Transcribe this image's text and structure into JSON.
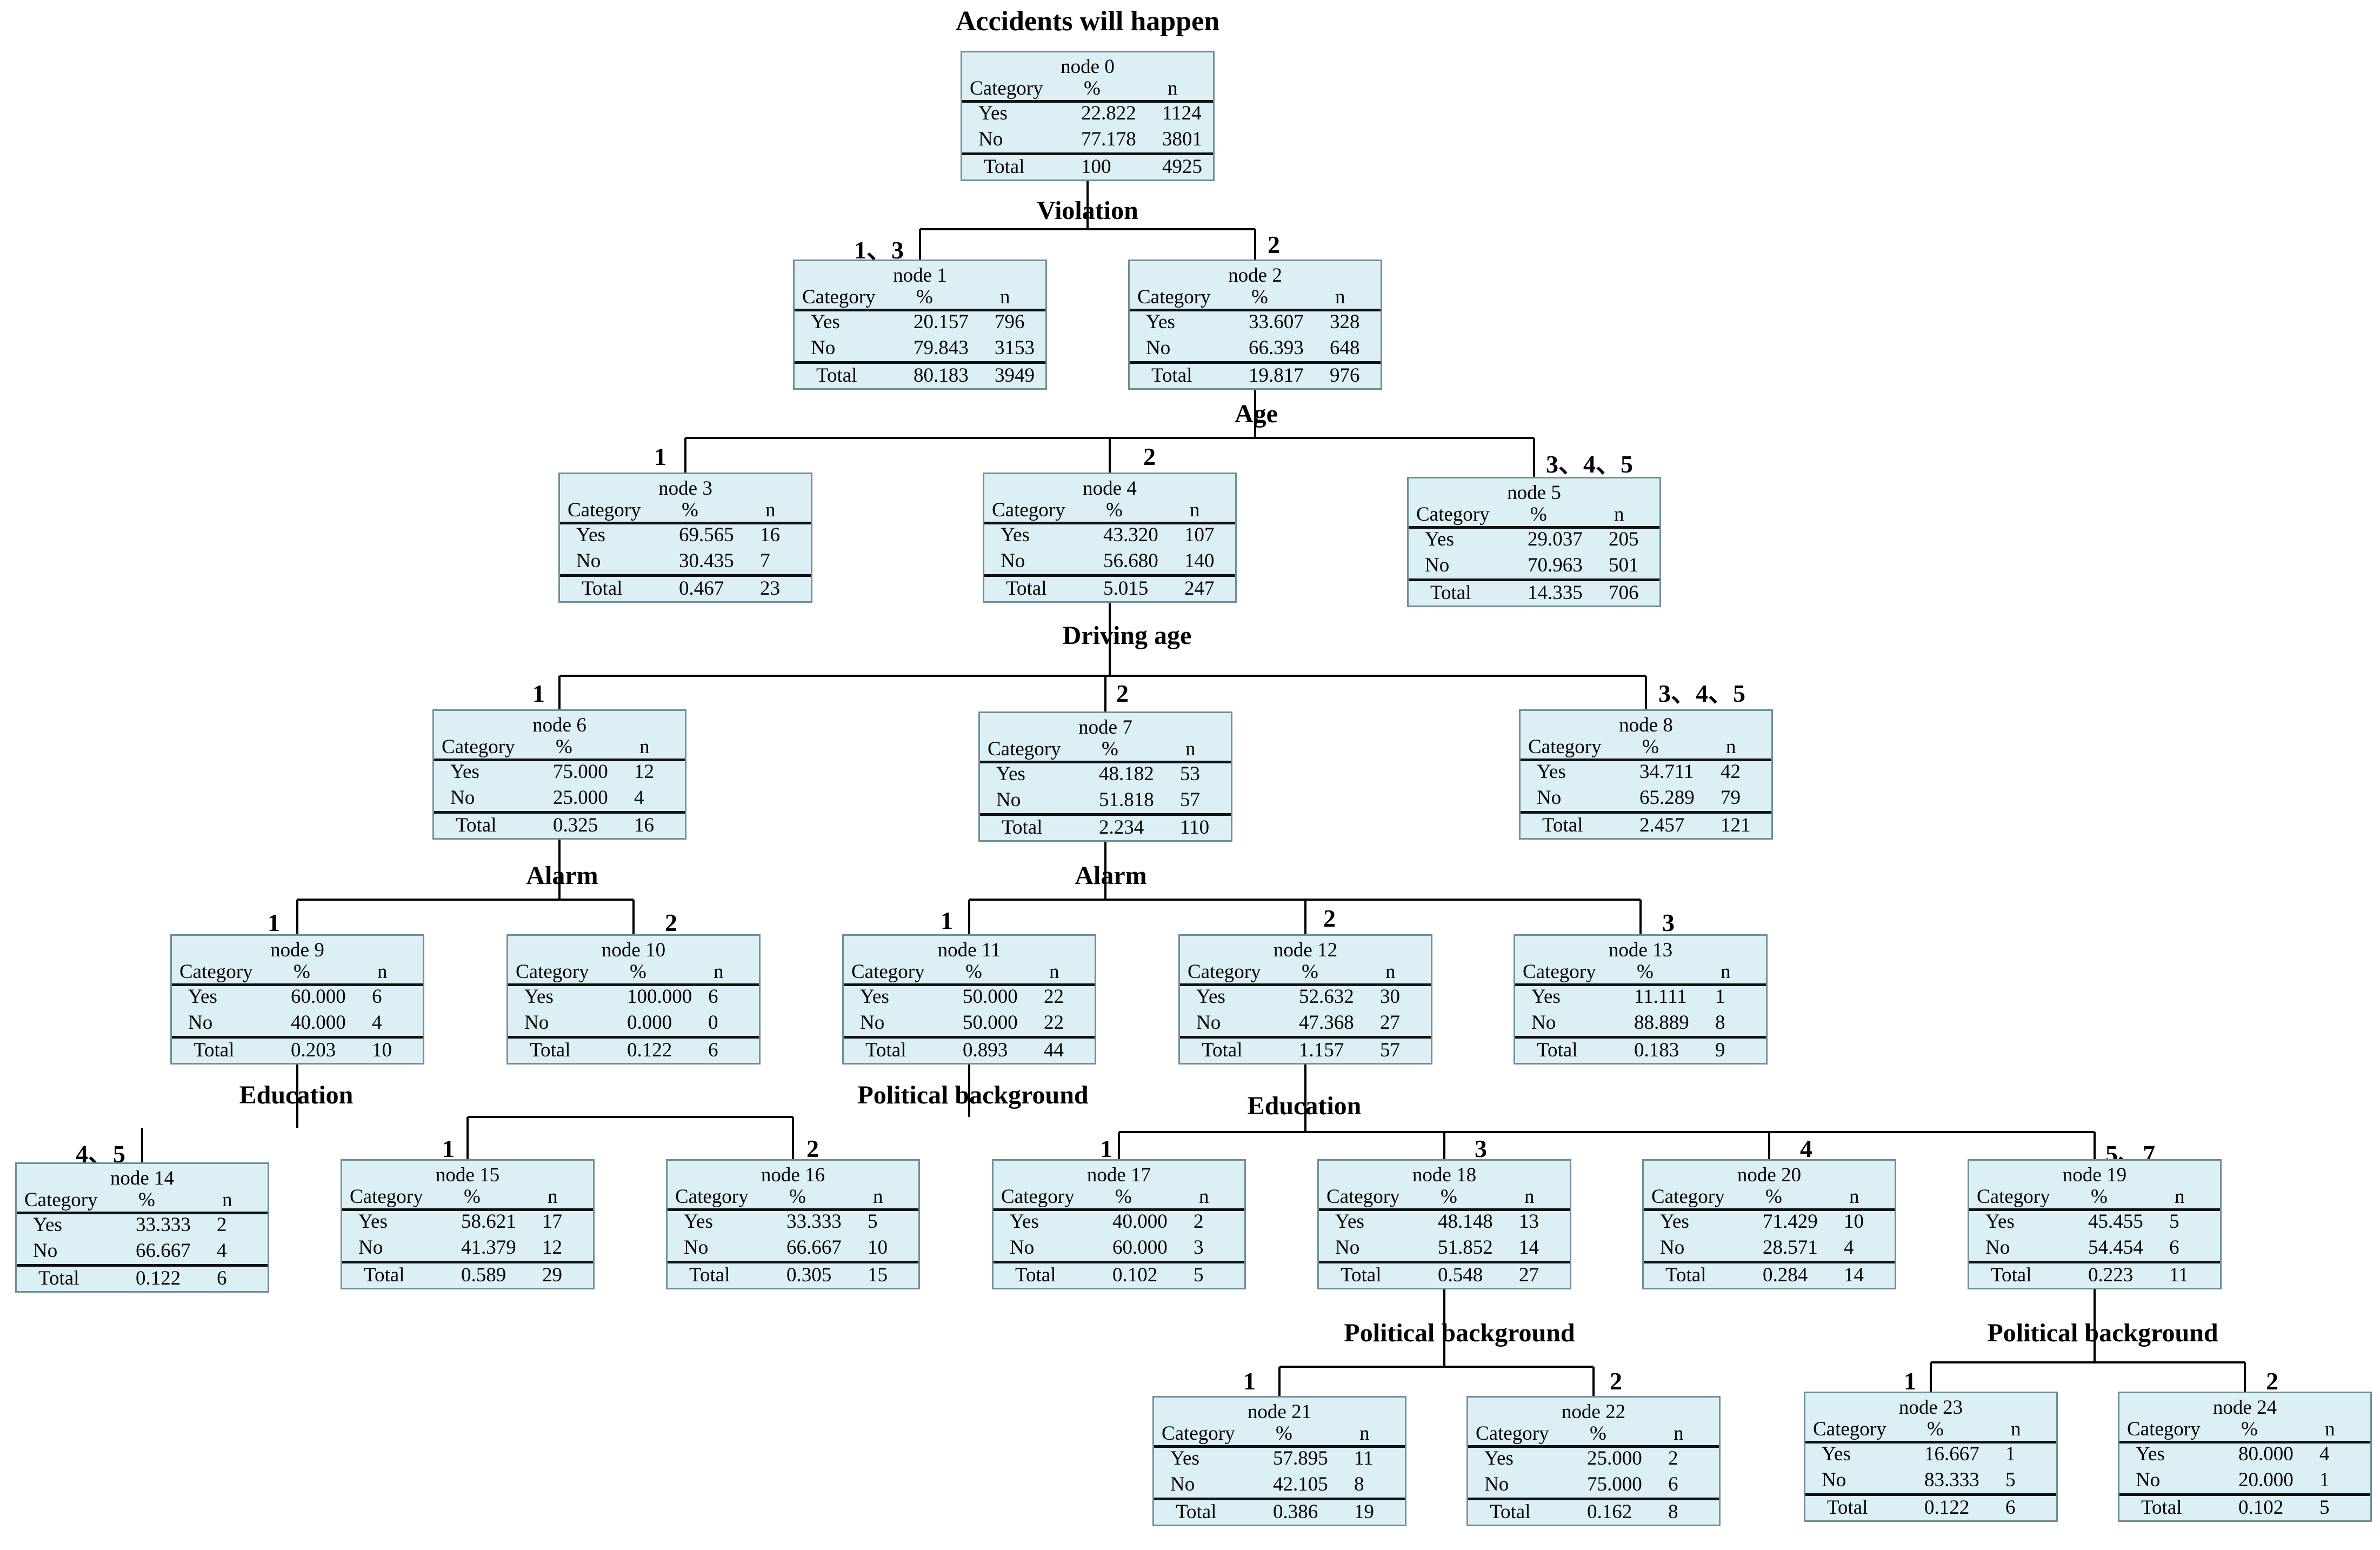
{
  "title": "Accidents will happen",
  "columns": {
    "category": "Category",
    "percent": "%",
    "n": "n"
  },
  "nodes": [
    {
      "id": "node 0",
      "yes_pct": "22.822",
      "yes_n": "1124",
      "no_pct": "77.178",
      "no_n": "3801",
      "total_pct": "100",
      "total_n": "4925"
    },
    {
      "id": "node 1",
      "yes_pct": "20.157",
      "yes_n": "796",
      "no_pct": "79.843",
      "no_n": "3153",
      "total_pct": "80.183",
      "total_n": "3949"
    },
    {
      "id": "node 2",
      "yes_pct": "33.607",
      "yes_n": "328",
      "no_pct": "66.393",
      "no_n": "648",
      "total_pct": "19.817",
      "total_n": "976"
    },
    {
      "id": "node 3",
      "yes_pct": "69.565",
      "yes_n": "16",
      "no_pct": "30.435",
      "no_n": "7",
      "total_pct": "0.467",
      "total_n": "23"
    },
    {
      "id": "node 4",
      "yes_pct": "43.320",
      "yes_n": "107",
      "no_pct": "56.680",
      "no_n": "140",
      "total_pct": "5.015",
      "total_n": "247"
    },
    {
      "id": "node 5",
      "yes_pct": "29.037",
      "yes_n": "205",
      "no_pct": "70.963",
      "no_n": "501",
      "total_pct": "14.335",
      "total_n": "706"
    },
    {
      "id": "node 6",
      "yes_pct": "75.000",
      "yes_n": "12",
      "no_pct": "25.000",
      "no_n": "4",
      "total_pct": "0.325",
      "total_n": "16"
    },
    {
      "id": "node 7",
      "yes_pct": "48.182",
      "yes_n": "53",
      "no_pct": "51.818",
      "no_n": "57",
      "total_pct": "2.234",
      "total_n": "110"
    },
    {
      "id": "node 8",
      "yes_pct": "34.711",
      "yes_n": "42",
      "no_pct": "65.289",
      "no_n": "79",
      "total_pct": "2.457",
      "total_n": "121"
    },
    {
      "id": "node 9",
      "yes_pct": "60.000",
      "yes_n": "6",
      "no_pct": "40.000",
      "no_n": "4",
      "total_pct": "0.203",
      "total_n": "10"
    },
    {
      "id": "node 10",
      "yes_pct": "100.000",
      "yes_n": "6",
      "no_pct": "0.000",
      "no_n": "0",
      "total_pct": "0.122",
      "total_n": "6"
    },
    {
      "id": "node 11",
      "yes_pct": "50.000",
      "yes_n": "22",
      "no_pct": "50.000",
      "no_n": "22",
      "total_pct": "0.893",
      "total_n": "44"
    },
    {
      "id": "node 12",
      "yes_pct": "52.632",
      "yes_n": "30",
      "no_pct": "47.368",
      "no_n": "27",
      "total_pct": "1.157",
      "total_n": "57"
    },
    {
      "id": "node 13",
      "yes_pct": "11.111",
      "yes_n": "1",
      "no_pct": "88.889",
      "no_n": "8",
      "total_pct": "0.183",
      "total_n": "9"
    },
    {
      "id": "node 14",
      "yes_pct": "33.333",
      "yes_n": "2",
      "no_pct": "66.667",
      "no_n": "4",
      "total_pct": "0.122",
      "total_n": "6"
    },
    {
      "id": "node 15",
      "yes_pct": "58.621",
      "yes_n": "17",
      "no_pct": "41.379",
      "no_n": "12",
      "total_pct": "0.589",
      "total_n": "29"
    },
    {
      "id": "node 16",
      "yes_pct": "33.333",
      "yes_n": "5",
      "no_pct": "66.667",
      "no_n": "10",
      "total_pct": "0.305",
      "total_n": "15"
    },
    {
      "id": "node 17",
      "yes_pct": "40.000",
      "yes_n": "2",
      "no_pct": "60.000",
      "no_n": "3",
      "total_pct": "0.102",
      "total_n": "5"
    },
    {
      "id": "node 18",
      "yes_pct": "48.148",
      "yes_n": "13",
      "no_pct": "51.852",
      "no_n": "14",
      "total_pct": "0.548",
      "total_n": "27"
    },
    {
      "id": "node 20",
      "yes_pct": "71.429",
      "yes_n": "10",
      "no_pct": "28.571",
      "no_n": "4",
      "total_pct": "0.284",
      "total_n": "14"
    },
    {
      "id": "node 19",
      "yes_pct": "45.455",
      "yes_n": "5",
      "no_pct": "54.454",
      "no_n": "6",
      "total_pct": "0.223",
      "total_n": "11"
    },
    {
      "id": "node 21",
      "yes_pct": "57.895",
      "yes_n": "11",
      "no_pct": "42.105",
      "no_n": "8",
      "total_pct": "0.386",
      "total_n": "19"
    },
    {
      "id": "node 22",
      "yes_pct": "25.000",
      "yes_n": "2",
      "no_pct": "75.000",
      "no_n": "6",
      "total_pct": "0.162",
      "total_n": "8"
    },
    {
      "id": "node 23",
      "yes_pct": "16.667",
      "yes_n": "1",
      "no_pct": "83.333",
      "no_n": "5",
      "total_pct": "0.122",
      "total_n": "6"
    },
    {
      "id": "node 24",
      "yes_pct": "80.000",
      "yes_n": "4",
      "no_pct": "20.000",
      "no_n": "1",
      "total_pct": "0.102",
      "total_n": "5"
    }
  ],
  "row_labels": {
    "yes": "Yes",
    "no": "No",
    "total": "Total"
  },
  "splits": [
    {
      "variable": "Violation",
      "branches": [
        "1、3",
        "2"
      ]
    },
    {
      "variable": "Age",
      "branches": [
        "1",
        "2",
        "3、4、5"
      ]
    },
    {
      "variable": "Driving age",
      "branches": [
        "1",
        "2",
        "3、4、5"
      ]
    },
    {
      "variable": "Alarm",
      "branches": [
        "1",
        "2"
      ]
    },
    {
      "variable": "Alarm",
      "branches": [
        "1",
        "2",
        "3"
      ]
    },
    {
      "variable": "Education",
      "branches": [
        "4、5"
      ]
    },
    {
      "variable": "Political background",
      "branches": [
        "1",
        "2"
      ]
    },
    {
      "variable": "Education",
      "branches": [
        "1",
        "3",
        "4",
        "5、7"
      ]
    },
    {
      "variable": "Political background",
      "branches": [
        "1",
        "2"
      ]
    },
    {
      "variable": "Political background",
      "branches": [
        "1",
        "2"
      ]
    }
  ],
  "colors": {
    "node_fill": "#dbeff5",
    "node_border": "#6f8f99",
    "edge": "#000000"
  }
}
